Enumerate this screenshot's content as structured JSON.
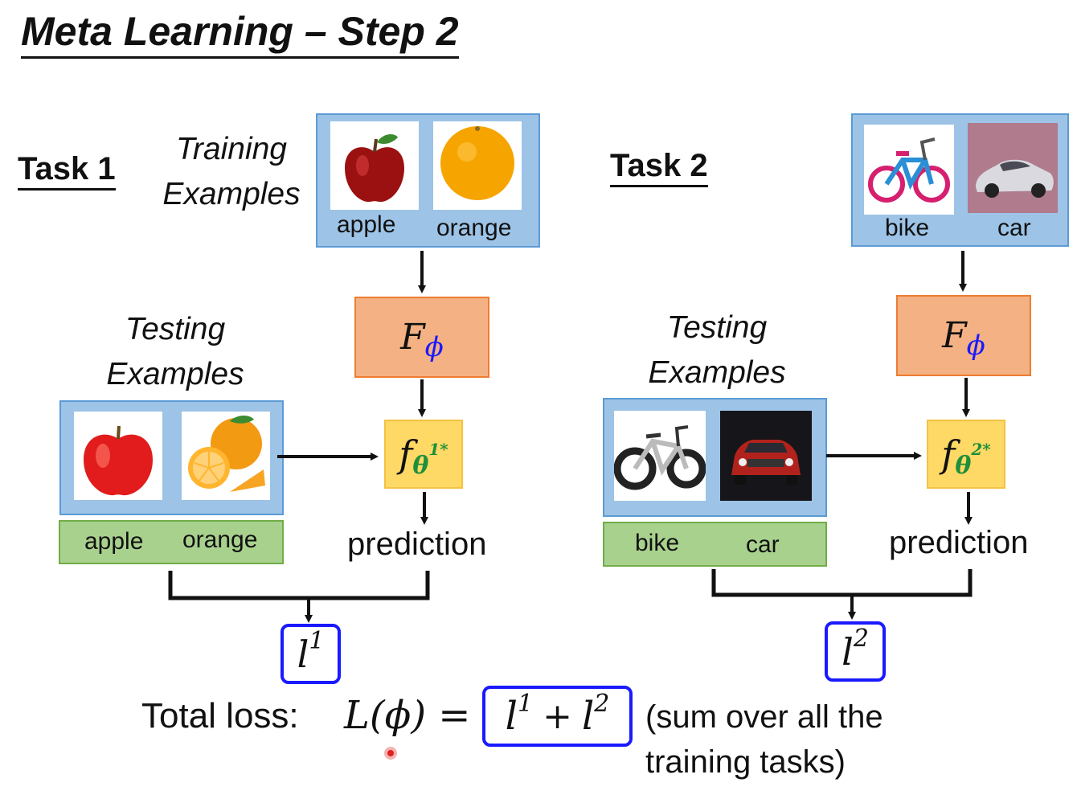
{
  "title": "Meta Learning – Step 2",
  "tasks": [
    {
      "label": "Task 1",
      "training_label": [
        "Training",
        "Examples"
      ],
      "training_captions": [
        "apple",
        "orange"
      ],
      "testing_label": [
        "Testing",
        "Examples"
      ],
      "testing_captions": [
        "apple",
        "orange"
      ],
      "learner": "F",
      "learner_sub": "ϕ",
      "model": "f",
      "model_sub": "θ",
      "model_sup": "1*",
      "prediction": "prediction",
      "loss": "l",
      "loss_sup": "1"
    },
    {
      "label": "Task 2",
      "training_captions": [
        "bike",
        "car"
      ],
      "testing_label": [
        "Testing",
        "Examples"
      ],
      "testing_captions": [
        "bike",
        "car"
      ],
      "learner": "F",
      "learner_sub": "ϕ",
      "model": "f",
      "model_sub": "θ",
      "model_sup": "2*",
      "prediction": "prediction",
      "loss": "l",
      "loss_sup": "2"
    }
  ],
  "total_loss": {
    "label": "Total loss:",
    "lhs": "L(ϕ) =",
    "sum_term1": "l",
    "sum_sup1": "1",
    "plus": "+",
    "sum_term2": "l",
    "sum_sup2": "2",
    "note_line1": "(sum over all the",
    "note_line2": "training tasks)"
  },
  "colors": {
    "training_box": "#9dc3e6",
    "label_box": "#a9d18e",
    "learner_box": "#f4b183",
    "model_box": "#ffd966",
    "loss_border": "#1a1aff",
    "phi_symbol": "#1a1aff",
    "theta_symbol": "#1f8f3a"
  },
  "icons": [
    "apple-icon",
    "orange-icon",
    "apple-icon",
    "orange-slices-icon",
    "bicycle-icon",
    "car-icon",
    "mountain-bike-icon",
    "suv-icon"
  ]
}
